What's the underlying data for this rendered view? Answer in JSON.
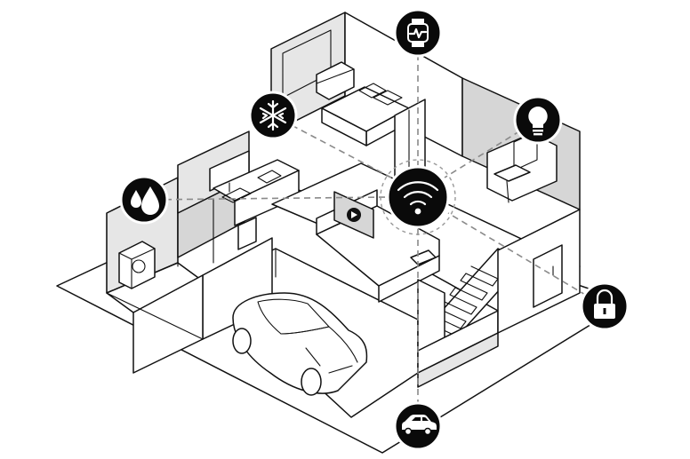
{
  "scene": {
    "hub": {
      "icon": "wifi-icon"
    },
    "devices": [
      {
        "id": "smartwatch",
        "icon": "smartwatch-heartbeat-icon"
      },
      {
        "id": "climate",
        "icon": "snowflake-icon"
      },
      {
        "id": "lighting",
        "icon": "light-bulb-icon"
      },
      {
        "id": "water",
        "icon": "water-drops-icon"
      },
      {
        "id": "security",
        "icon": "padlock-icon"
      },
      {
        "id": "vehicle",
        "icon": "car-icon"
      },
      {
        "id": "entertainment",
        "icon": "tv-play-icon"
      }
    ],
    "colors": {
      "line": "#111111",
      "dash": "#8a8a8a",
      "icon_bg": "#0a0a0a",
      "icon_fg": "#ffffff",
      "shade": "#e6e6e6"
    }
  }
}
